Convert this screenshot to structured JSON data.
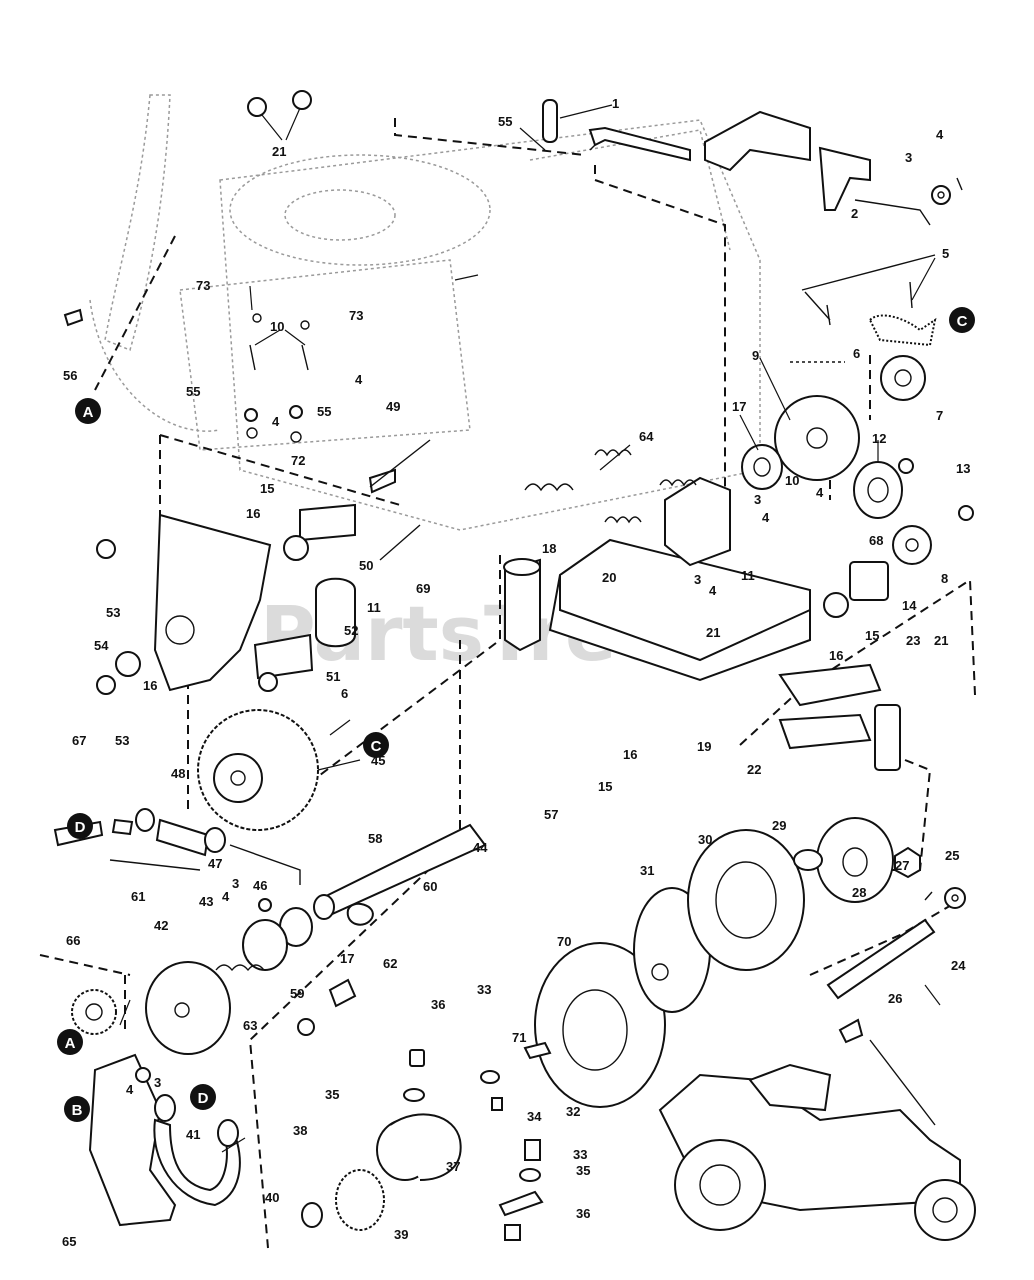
{
  "watermark": "PartsTree",
  "callouts": {
    "a1": "A",
    "a2": "A",
    "b1": "B",
    "c1": "C",
    "c2": "C",
    "d1": "D",
    "d2": "D"
  },
  "labels": {
    "n1": "1",
    "n2": "2",
    "n3a": "3",
    "n3b": "3",
    "n3c": "3",
    "n3d": "3",
    "n3e": "3",
    "n4a": "4",
    "n4b": "4",
    "n4c": "4",
    "n4d": "4",
    "n4e": "4",
    "n4f": "4",
    "n4g": "4",
    "n4h": "4",
    "n5": "5",
    "n6a": "6",
    "n6b": "6",
    "n7": "7",
    "n8": "8",
    "n9": "9",
    "n10a": "10",
    "n10b": "10",
    "n11a": "11",
    "n11b": "11",
    "n12": "12",
    "n13": "13",
    "n14": "14",
    "n15a": "15",
    "n15b": "15",
    "n15c": "15",
    "n16a": "16",
    "n16b": "16",
    "n16c": "16",
    "n16d": "16",
    "n17a": "17",
    "n17b": "17",
    "n18": "18",
    "n19": "19",
    "n20": "20",
    "n21a": "21",
    "n21b": "21",
    "n21c": "21",
    "n22": "22",
    "n23": "23",
    "n24": "24",
    "n25": "25",
    "n26": "26",
    "n27": "27",
    "n28": "28",
    "n29": "29",
    "n30": "30",
    "n31": "31",
    "n32": "32",
    "n33a": "33",
    "n33b": "33",
    "n34": "34",
    "n35a": "35",
    "n35b": "35",
    "n36a": "36",
    "n36b": "36",
    "n37": "37",
    "n38": "38",
    "n39": "39",
    "n40": "40",
    "n41": "41",
    "n42": "42",
    "n43": "43",
    "n44": "44",
    "n45": "45",
    "n46": "46",
    "n47": "47",
    "n48": "48",
    "n49": "49",
    "n50": "50",
    "n51": "51",
    "n52": "52",
    "n53a": "53",
    "n53b": "53",
    "n54": "54",
    "n55a": "55",
    "n55b": "55",
    "n55c": "55",
    "n56": "56",
    "n57": "57",
    "n58": "58",
    "n59": "59",
    "n60": "60",
    "n61": "61",
    "n62": "62",
    "n63": "63",
    "n64": "64",
    "n65": "65",
    "n66": "66",
    "n67": "67",
    "n68": "68",
    "n69": "69",
    "n70": "70",
    "n71": "71",
    "n72": "72",
    "n73a": "73",
    "n73b": "73"
  }
}
